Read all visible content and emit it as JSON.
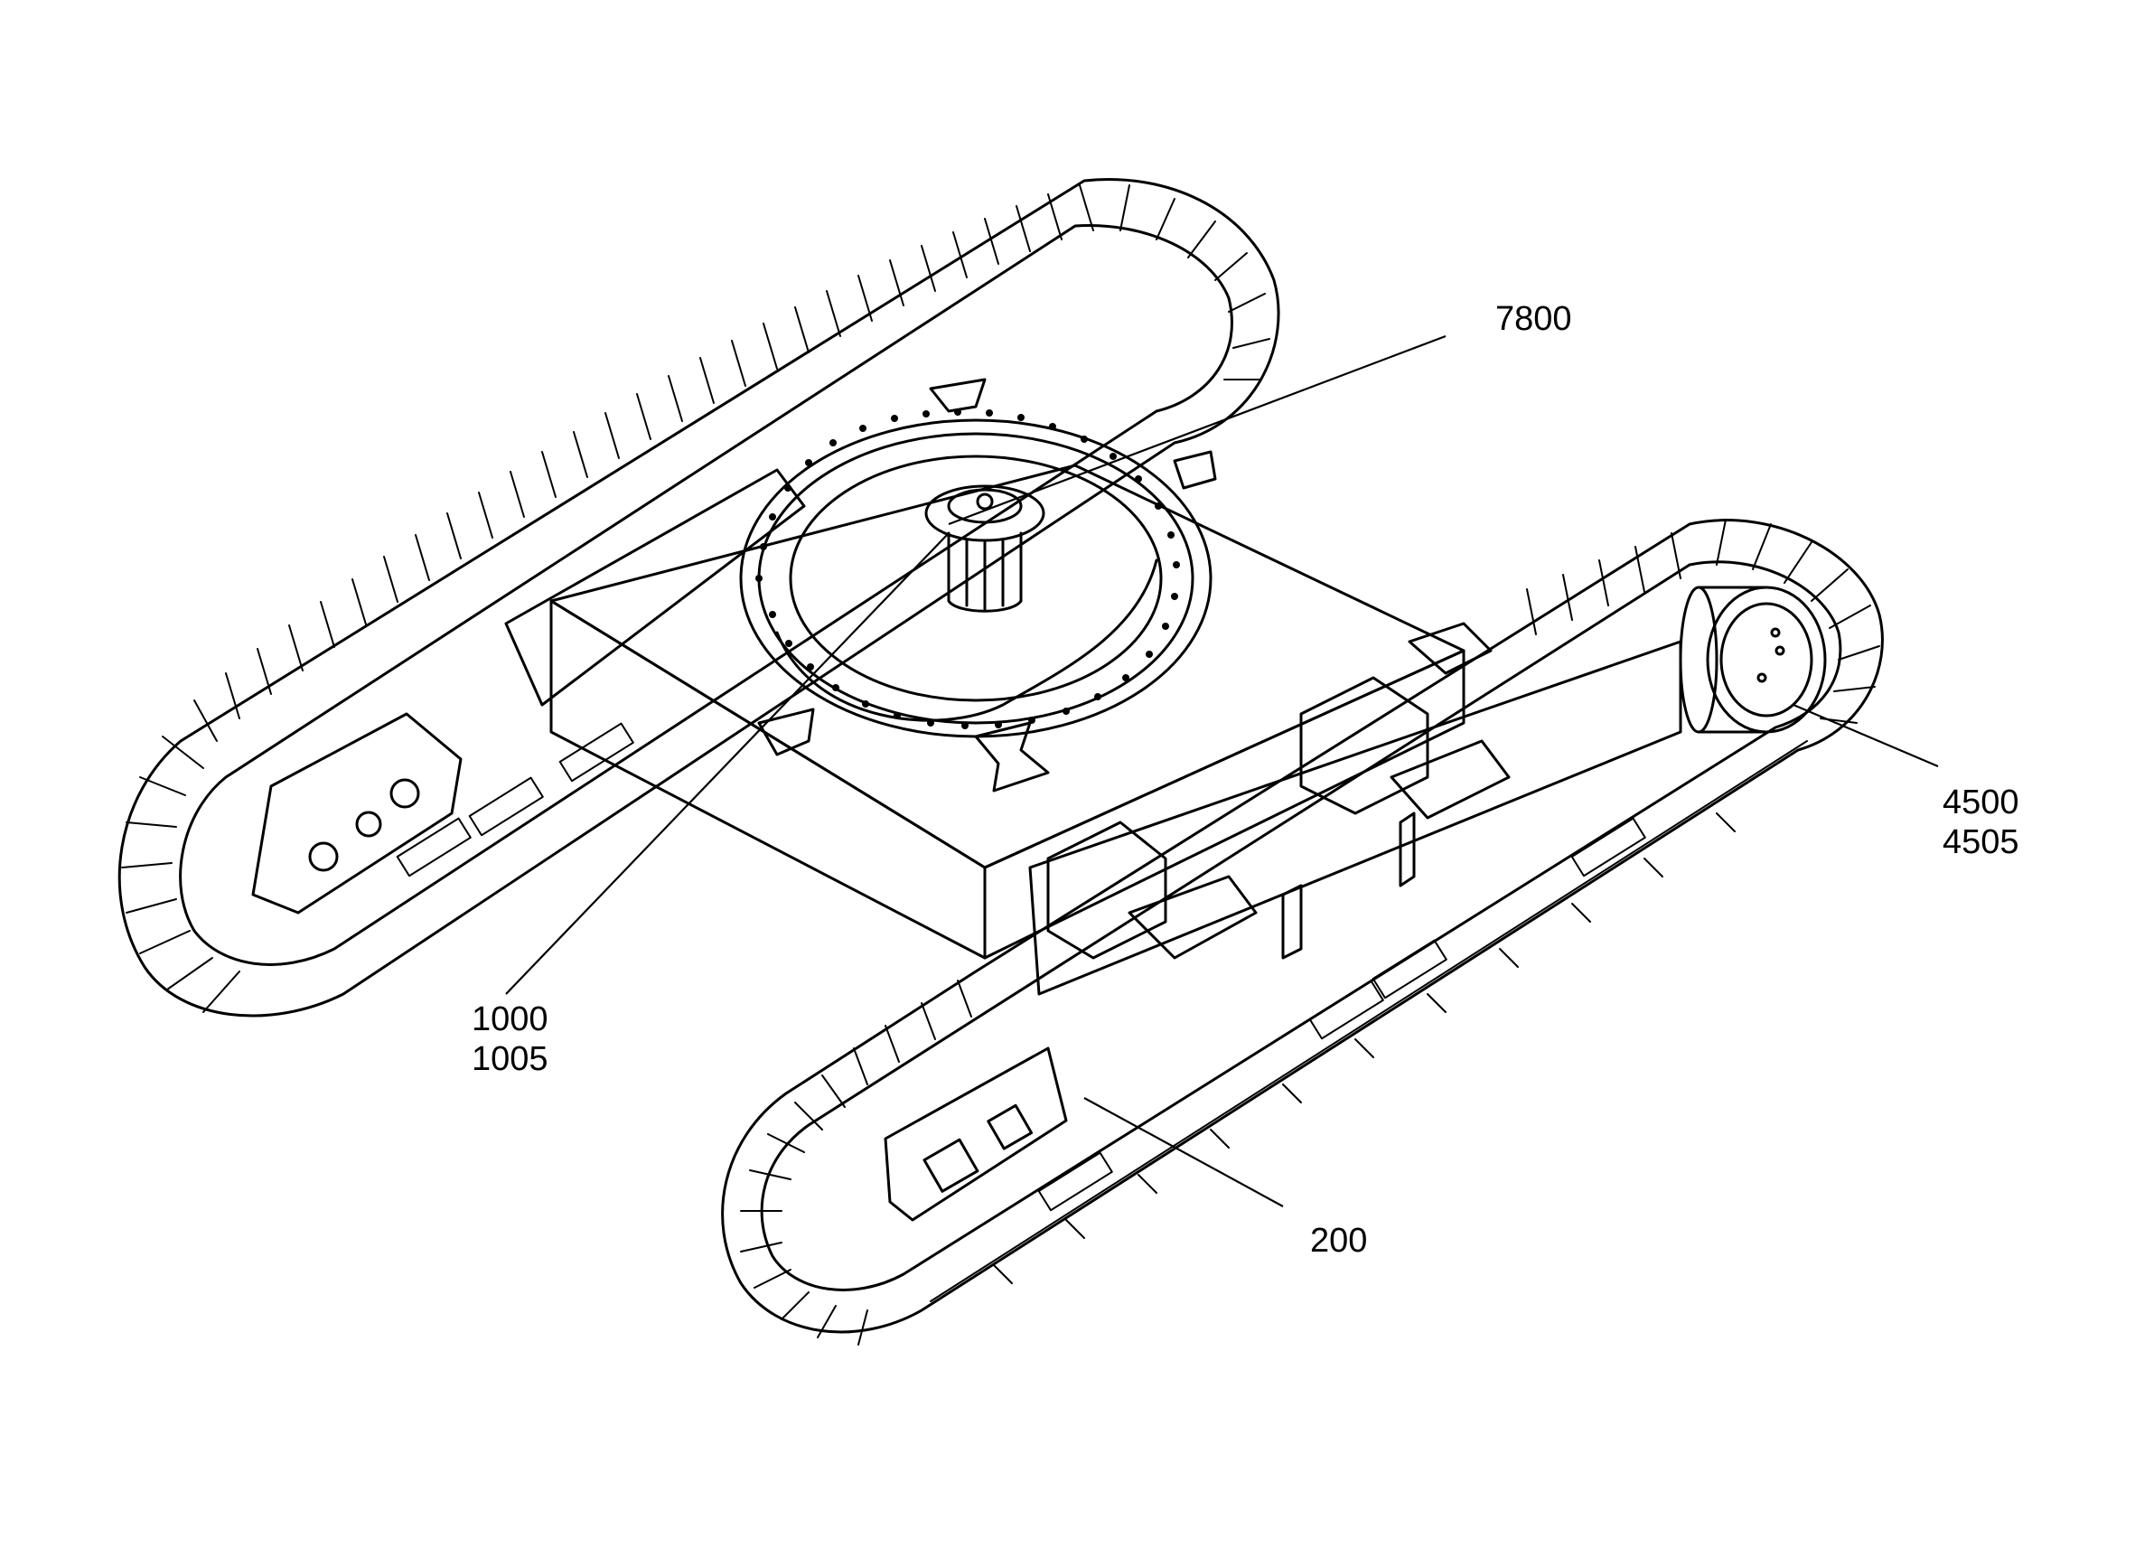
{
  "diagram": {
    "callouts": [
      {
        "id": "c7800",
        "lines": [
          "7800"
        ]
      },
      {
        "id": "c4500",
        "lines": [
          "4500",
          "4505"
        ]
      },
      {
        "id": "c1000",
        "lines": [
          "1000",
          "1005"
        ]
      },
      {
        "id": "c200",
        "lines": [
          "200"
        ]
      }
    ]
  },
  "colors": {
    "line": "#000000",
    "background": "#ffffff"
  }
}
